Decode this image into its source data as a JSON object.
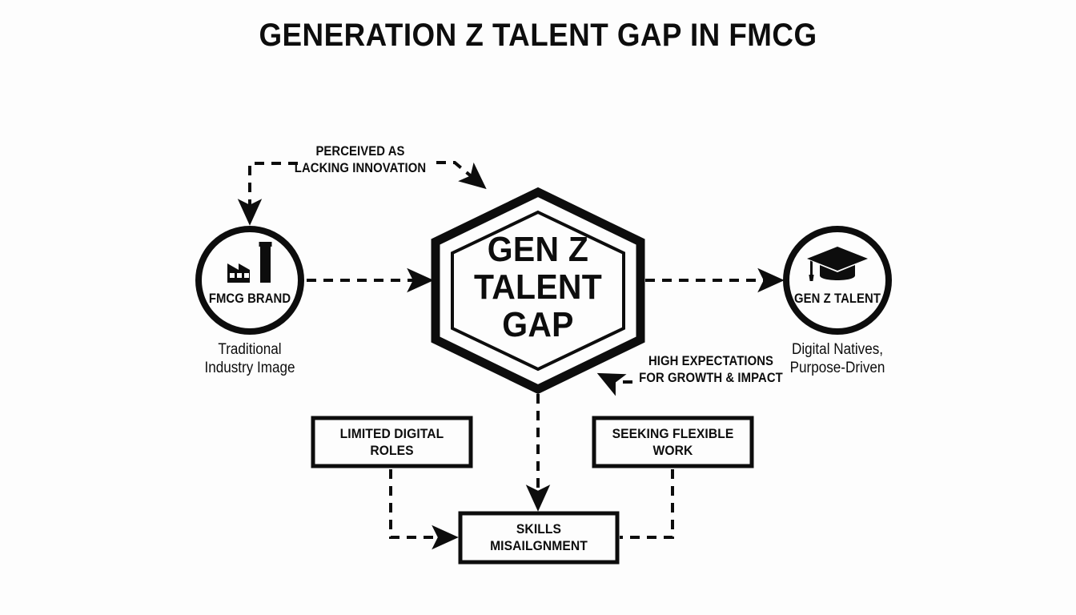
{
  "page": {
    "title": "GENERATION Z TALENT GAP IN FMCG",
    "background_color": "#fdfdfd",
    "ink_color": "#0d0d0d"
  },
  "center_node": {
    "shape": "hexagon",
    "line1": "GEN Z",
    "line2": "TALENT",
    "line3": "GAP"
  },
  "left_node": {
    "shape": "circle",
    "icon": "factory-icon",
    "label": "FMCG BRAND",
    "caption_line1": "Traditional",
    "caption_line2": "Industry Image"
  },
  "right_node": {
    "shape": "circle",
    "icon": "graduation-cap-icon",
    "label": "GEN Z TALENT",
    "caption_line1": "Digital Natives,",
    "caption_line2": "Purpose-Driven"
  },
  "edge_labels": {
    "top_left_line1": "PERCEIVED AS",
    "top_left_line2": "LACKING INNOVATION",
    "right_lower_line1": "HIGH EXPECTATIONS",
    "right_lower_line2": "FOR GROWTH & IMPACT"
  },
  "boxes": [
    {
      "id": "limited-digital-roles",
      "line1": "LIMITED DIGITAL",
      "line2": "ROLES"
    },
    {
      "id": "seeking-flexible-work",
      "line1": "SEEKING FLEXIBLE",
      "line2": "WORK"
    },
    {
      "id": "skills-misalignment",
      "line1": "SKILLS",
      "line2": "MISAILGNMENT"
    }
  ],
  "connectors": [
    {
      "id": "brand-to-gap",
      "style": "dashed",
      "arrow": "end"
    },
    {
      "id": "gap-to-talent",
      "style": "dashed",
      "arrow": "end"
    },
    {
      "id": "perception-to-brand",
      "style": "dashed",
      "arrow": "end"
    },
    {
      "id": "perception-to-gap",
      "style": "dashed",
      "arrow": "end"
    },
    {
      "id": "expectations-to-gap",
      "style": "dashed",
      "arrow": "end"
    },
    {
      "id": "gap-to-skills",
      "style": "dashed",
      "arrow": "end"
    },
    {
      "id": "roles-to-skills",
      "style": "dashed",
      "arrow": "end"
    },
    {
      "id": "flexible-to-skills",
      "style": "dashed",
      "arrow": "none"
    }
  ]
}
